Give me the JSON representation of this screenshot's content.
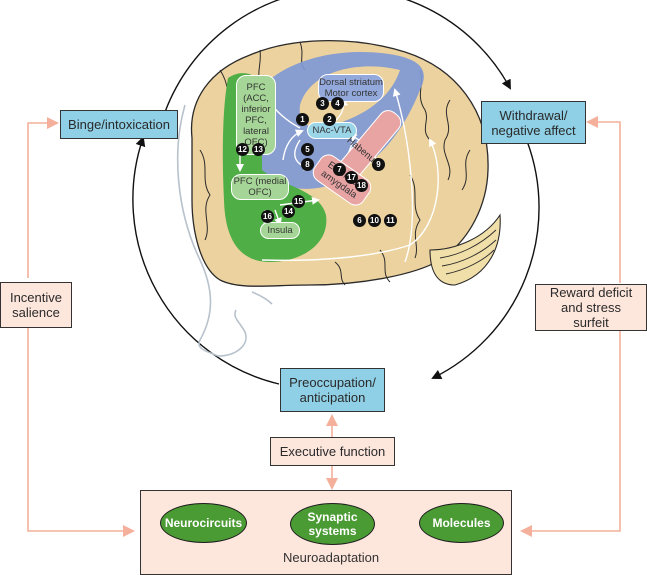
{
  "stages": {
    "binge": "Binge/intoxication",
    "withdrawal": "Withdrawal/ negative affect",
    "preoccupation": "Preoccupation/ anticipation"
  },
  "processes": {
    "incentive_salience": "Incentive salience",
    "reward_deficit": "Reward deficit and stress surfeit",
    "executive_function": "Executive function"
  },
  "neuroadaptation": {
    "label": "Neuroadaptation",
    "levels": [
      "Neurocircuits",
      "Synaptic systems",
      "Molecules"
    ]
  },
  "brain_regions": {
    "pfc_upper": "PFC (ACC, inferior PFC, lateral OFC)",
    "pfc_medial": "PFC (medial OFC)",
    "insula": "Insula",
    "nac_vta": "NAc-VTA",
    "dorsal_striatum": "Dorsal striatum Motor cortex",
    "habenula": "Habenula",
    "extended_amygdala": "Extended amygdala"
  },
  "numbered_markers": [
    "1",
    "2",
    "3",
    "4",
    "5",
    "6",
    "7",
    "8",
    "9",
    "10",
    "11",
    "12",
    "13",
    "14",
    "15",
    "16",
    "17",
    "18"
  ],
  "colors": {
    "stage_box": "#8fd0e6",
    "process_box": "#fde6dc",
    "salmon_arrow": "#f4b09a",
    "neuro_oval": "#4b9b34",
    "brain_tan": "#ecd29f",
    "blue_region": "#7f98d4",
    "green_region": "#4fae46",
    "pink_region": "#e8a3a3"
  }
}
